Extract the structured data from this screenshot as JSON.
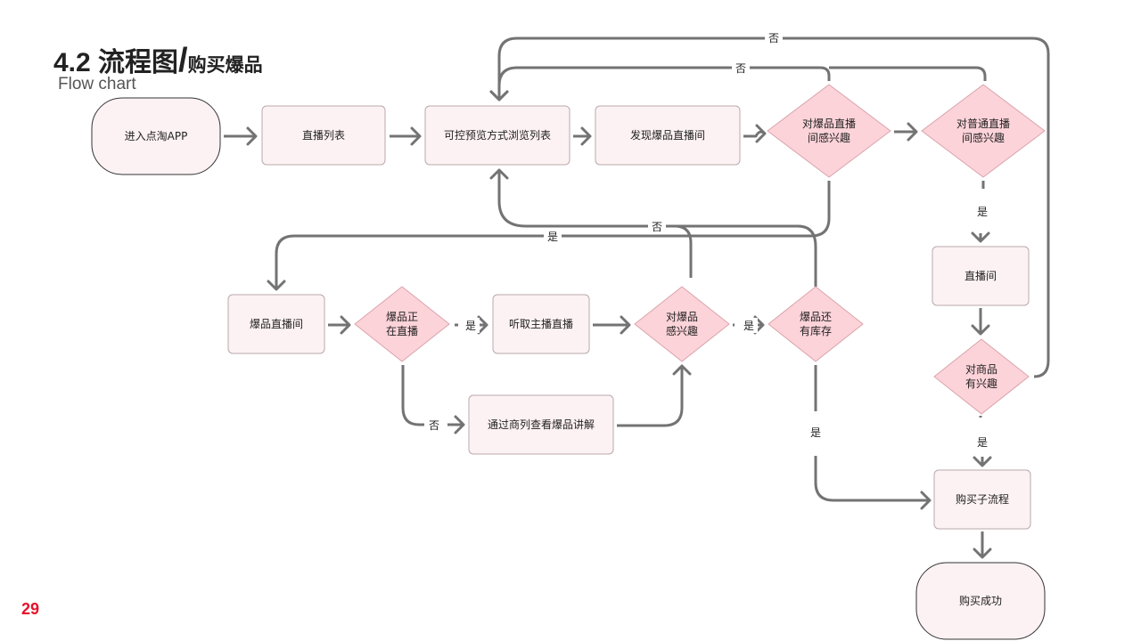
{
  "header": {
    "title_main": "4.2 流程图",
    "title_sep": "/",
    "title_sub": "购买爆品",
    "subtitle": "Flow chart"
  },
  "page_number": "29",
  "colors": {
    "process_fill": "#fdf2f3",
    "process_stroke": "#b9a9ab",
    "decision_fill": "#fcd3d9",
    "decision_stroke": "#d9a3ab",
    "terminal_stroke": "#333333",
    "edge": "#737373",
    "page_number": "#e8102a"
  },
  "nodes": [
    {
      "id": "enter_app",
      "type": "terminal",
      "lines": [
        "进入点淘APP"
      ]
    },
    {
      "id": "live_list",
      "type": "process",
      "lines": [
        "直播列表"
      ]
    },
    {
      "id": "browse_list",
      "type": "process",
      "lines": [
        "可控预览方式浏览列表"
      ]
    },
    {
      "id": "find_hot_room",
      "type": "process",
      "lines": [
        "发现爆品直播间"
      ]
    },
    {
      "id": "interest_hot_room",
      "type": "decision",
      "lines": [
        "对爆品直播",
        "间感兴趣"
      ]
    },
    {
      "id": "interest_normal_room",
      "type": "decision",
      "lines": [
        "对普通直播",
        "间感兴趣"
      ]
    },
    {
      "id": "live_room",
      "type": "process",
      "lines": [
        "直播间"
      ]
    },
    {
      "id": "interest_product",
      "type": "decision",
      "lines": [
        "对商品",
        "有兴趣"
      ]
    },
    {
      "id": "hot_room",
      "type": "process",
      "lines": [
        "爆品直播间"
      ]
    },
    {
      "id": "hot_is_live",
      "type": "decision",
      "lines": [
        "爆品正",
        "在直播"
      ]
    },
    {
      "id": "listen_host",
      "type": "process",
      "lines": [
        "听取主播直播"
      ]
    },
    {
      "id": "interest_hot",
      "type": "decision",
      "lines": [
        "对爆品",
        "感兴趣"
      ]
    },
    {
      "id": "in_stock",
      "type": "decision",
      "lines": [
        "爆品还",
        "有库存"
      ]
    },
    {
      "id": "view_explain",
      "type": "process",
      "lines": [
        "通过商列查看爆品讲解"
      ]
    },
    {
      "id": "buy_subflow",
      "type": "process",
      "lines": [
        "购买子流程"
      ]
    },
    {
      "id": "buy_success",
      "type": "terminal",
      "lines": [
        "购买成功"
      ]
    }
  ],
  "edges": [
    {
      "from": "enter_app",
      "to": "live_list",
      "label": ""
    },
    {
      "from": "live_list",
      "to": "browse_list",
      "label": ""
    },
    {
      "from": "browse_list",
      "to": "find_hot_room",
      "label": ""
    },
    {
      "from": "find_hot_room",
      "to": "interest_hot_room",
      "label": ""
    },
    {
      "from": "interest_hot_room",
      "to": "interest_normal_room",
      "label": ""
    },
    {
      "from": "interest_hot_room",
      "to": "browse_list",
      "label": "否"
    },
    {
      "from": "interest_normal_room",
      "to": "browse_list",
      "label": ""
    },
    {
      "from": "interest_product",
      "to": "browse_list",
      "label": "否"
    },
    {
      "from": "interest_normal_room",
      "to": "live_room",
      "label": "是"
    },
    {
      "from": "live_room",
      "to": "interest_product",
      "label": ""
    },
    {
      "from": "interest_product",
      "to": "buy_subflow",
      "label": "是"
    },
    {
      "from": "interest_hot_room",
      "to": "hot_room",
      "label": "是"
    },
    {
      "from": "hot_room",
      "to": "hot_is_live",
      "label": ""
    },
    {
      "from": "hot_is_live",
      "to": "listen_host",
      "label": "是"
    },
    {
      "from": "hot_is_live",
      "to": "view_explain",
      "label": "否"
    },
    {
      "from": "listen_host",
      "to": "interest_hot",
      "label": ""
    },
    {
      "from": "view_explain",
      "to": "interest_hot",
      "label": ""
    },
    {
      "from": "interest_hot",
      "to": "in_stock",
      "label": "是"
    },
    {
      "from": "interest_hot",
      "to": "browse_list",
      "label": "否"
    },
    {
      "from": "in_stock",
      "to": "browse_list",
      "label": ""
    },
    {
      "from": "in_stock",
      "to": "buy_subflow",
      "label": "是"
    },
    {
      "from": "buy_subflow",
      "to": "buy_success",
      "label": ""
    }
  ]
}
